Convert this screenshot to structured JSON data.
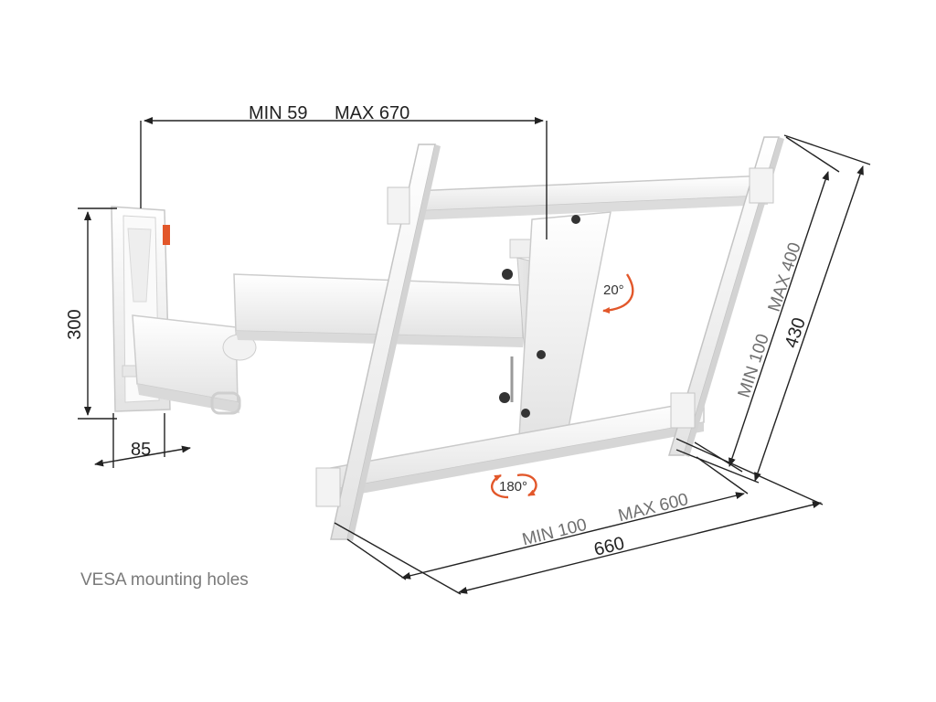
{
  "dimensions": {
    "arm_extension_min": "MIN 59",
    "arm_extension_max": "MAX 670",
    "wall_plate_height": "300",
    "wall_plate_depth": "85",
    "vesa_vertical_min": "MIN 100",
    "vesa_vertical_max": "MAX 400",
    "frame_height": "430",
    "vesa_horizontal_min": "MIN 100",
    "vesa_horizontal_max": "MAX 600",
    "frame_width": "660"
  },
  "angles": {
    "tilt": "20°",
    "rotation": "180°"
  },
  "caption": "VESA mounting holes",
  "colors": {
    "dimension_line": "#222222",
    "arrow_accent": "#e2572a",
    "mount_white": "#f4f4f4",
    "mount_shadow": "#d7d7d7",
    "label_grey": "#7a7a7a"
  }
}
